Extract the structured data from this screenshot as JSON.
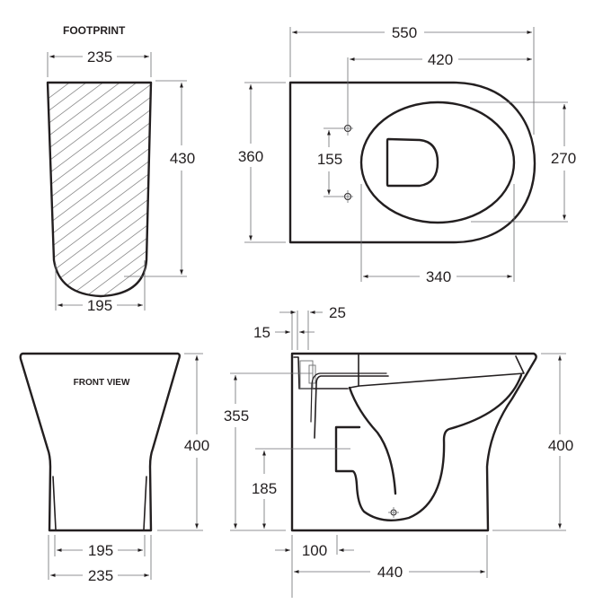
{
  "labels": {
    "footprint": "FOOTPRINT",
    "front_view": "FRONT VIEW"
  },
  "footprint": {
    "top_width": "235",
    "bottom_width": "195",
    "depth": "430"
  },
  "plan_view": {
    "overall_length": "550",
    "fixing_to_front": "420",
    "overall_width": "360",
    "fixing_hole_spacing": "155",
    "seat_width": "270",
    "seat_length": "340"
  },
  "front_view": {
    "height": "400",
    "base_inner_width": "195",
    "base_outer_width": "235"
  },
  "side_view": {
    "offset_15": "15",
    "offset_25": "25",
    "inlet_height": "355",
    "outlet_height": "185",
    "height": "400",
    "outlet_setback": "100",
    "overall_length": "440"
  },
  "colors": {
    "line": "#231f20",
    "dimension": "#6d6e71",
    "hatch": "#8a8a8a"
  }
}
